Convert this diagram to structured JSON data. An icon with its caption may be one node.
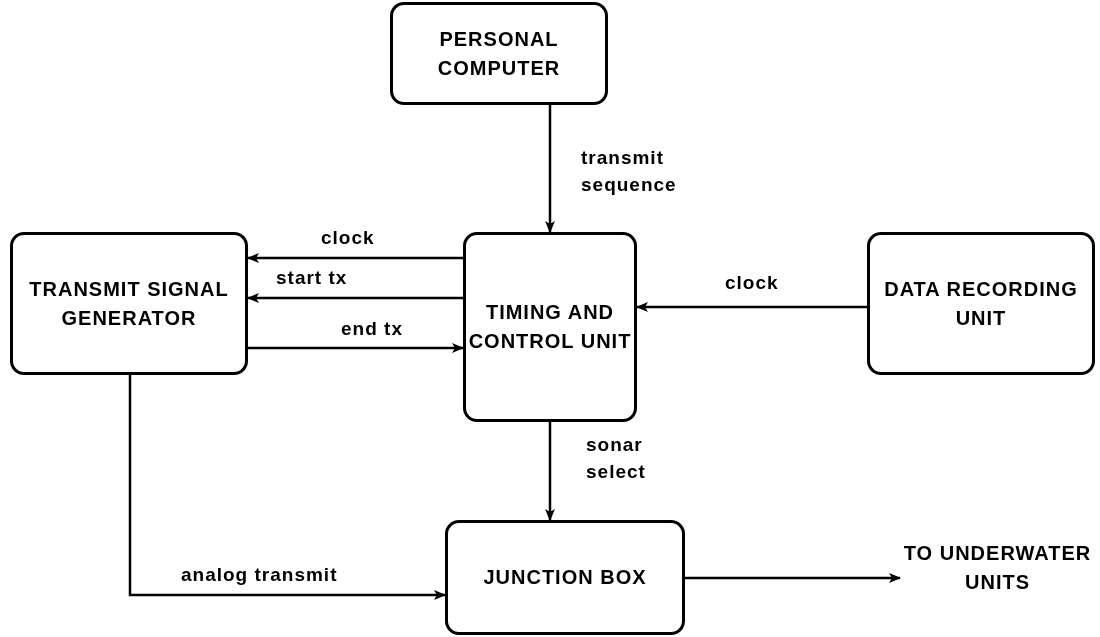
{
  "diagram": {
    "nodes": [
      {
        "text": [
          "PERSONAL COMPUTER"
        ]
      },
      {
        "text": [
          "TRANSMIT SIGNAL GENERATOR"
        ]
      },
      {
        "text": [
          "TIMING AND CONTROL UNIT"
        ]
      },
      {
        "text": [
          "DATA RECORDING UNIT"
        ]
      },
      {
        "text": [
          "JUNCTION BOX"
        ]
      },
      {
        "text": [
          "TO UNDERWATER UNITS"
        ]
      }
    ],
    "edges": [
      {
        "from": 0,
        "to": 2,
        "arrow": "to",
        "label": "transmit sequence"
      },
      {
        "from": 2,
        "to": 1,
        "arrow": "to",
        "label": "clock"
      },
      {
        "from": 2,
        "to": 1,
        "arrow": "to",
        "label": "start tx"
      },
      {
        "from": 1,
        "to": 2,
        "arrow": "to",
        "label": "end tx"
      },
      {
        "from": 3,
        "to": 2,
        "arrow": "to",
        "label": "clock"
      },
      {
        "from": 2,
        "to": 4,
        "arrow": "to",
        "label": "sonar select"
      },
      {
        "from": 1,
        "to": 4,
        "arrow": "to",
        "label": "analog transmit"
      },
      {
        "from": 4,
        "to": 5,
        "arrow": "to"
      }
    ]
  }
}
